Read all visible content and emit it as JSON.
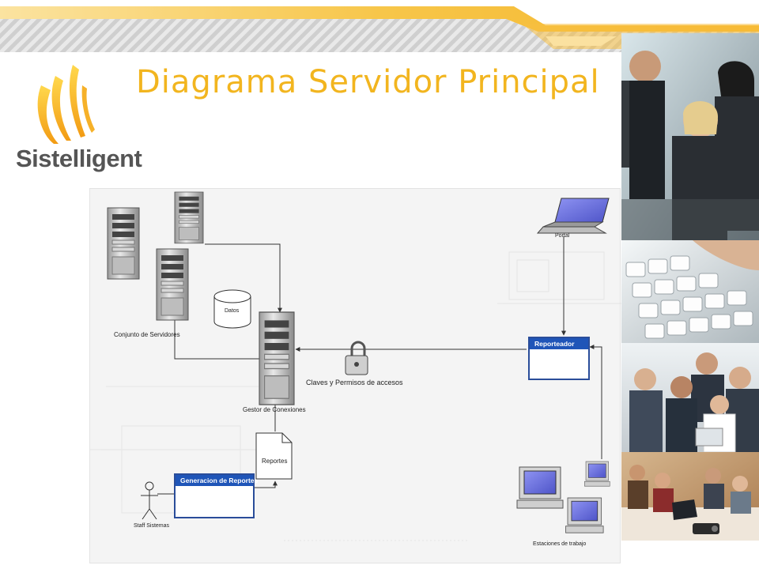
{
  "title": "Diagrama Servidor Principal",
  "logo": {
    "text": "Sistelligent"
  },
  "colors": {
    "accent": "#f2b51f",
    "box_blue": "#1f55b8",
    "screen_blue": "#6f74e0"
  },
  "diagram": {
    "nodes": {
      "server_pool": "Conjunto de Servidores",
      "database": "Datos",
      "gateway": "Gestor de Conexiones",
      "security": "Claves y Permisos de accesos",
      "portal": "Portal",
      "reporter": "Reporteador",
      "report_gen": "Generacion de Reportes",
      "reports_doc": "Reportes",
      "staff": "Staff Sistemas",
      "workstations": "Estaciones de trabajo"
    }
  },
  "icons": {
    "server": "server-tower-icon",
    "database": "database-cylinder-icon",
    "lock": "padlock-icon",
    "laptop": "laptop-icon",
    "document": "document-icon",
    "actor": "stick-figure-icon",
    "computer": "desktop-computer-icon"
  }
}
